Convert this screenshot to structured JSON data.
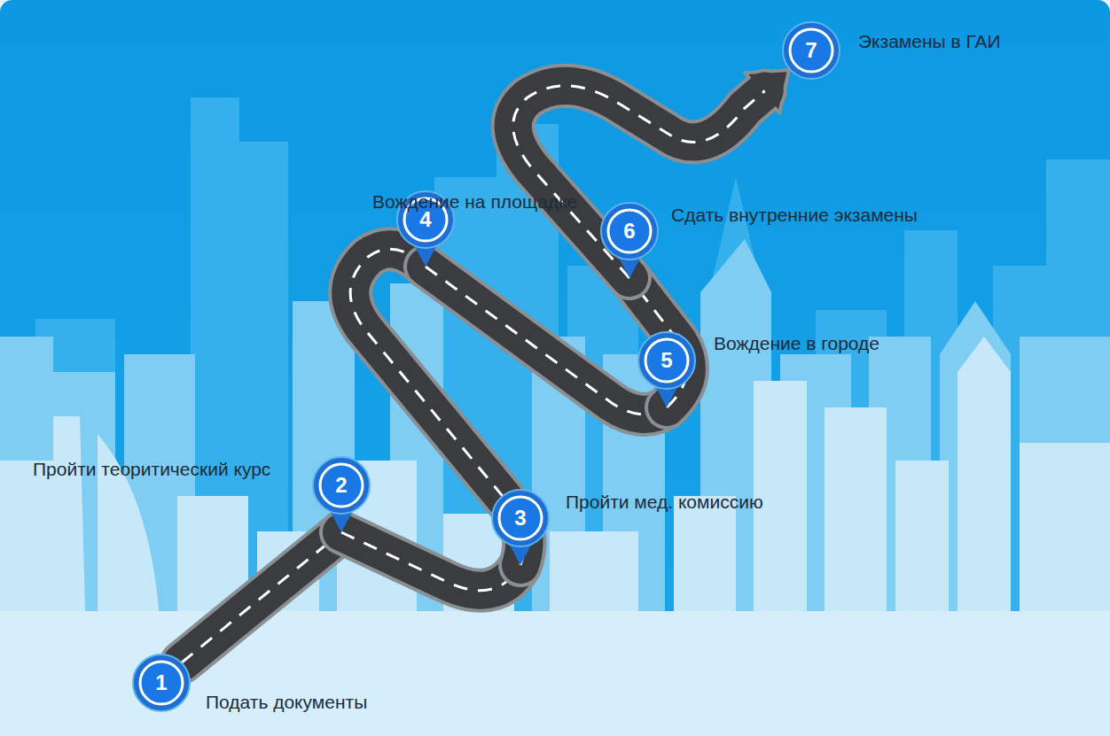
{
  "diagram": {
    "nodes": [
      {
        "text": [
          "1",
          "Подать документы"
        ]
      },
      {
        "text": [
          "2",
          "Пройти теоритический курс"
        ]
      },
      {
        "text": [
          "3",
          "Пройти мед. комиссию"
        ]
      },
      {
        "text": [
          "4",
          "Вождение на площадке"
        ]
      },
      {
        "text": [
          "5",
          "Вождение в городе"
        ]
      },
      {
        "text": [
          "6",
          "Сдать внутренние экзамены"
        ]
      },
      {
        "text": [
          "7",
          "Экзамены в ГАИ"
        ]
      }
    ],
    "edges": [
      {
        "from": 0,
        "to": 1,
        "arrow": "none"
      },
      {
        "from": 1,
        "to": 2,
        "arrow": "none"
      },
      {
        "from": 2,
        "to": 3,
        "arrow": "none"
      },
      {
        "from": 3,
        "to": 4,
        "arrow": "none"
      },
      {
        "from": 4,
        "to": 5,
        "arrow": "none"
      },
      {
        "from": 5,
        "to": 6,
        "arrow": "to"
      }
    ]
  }
}
